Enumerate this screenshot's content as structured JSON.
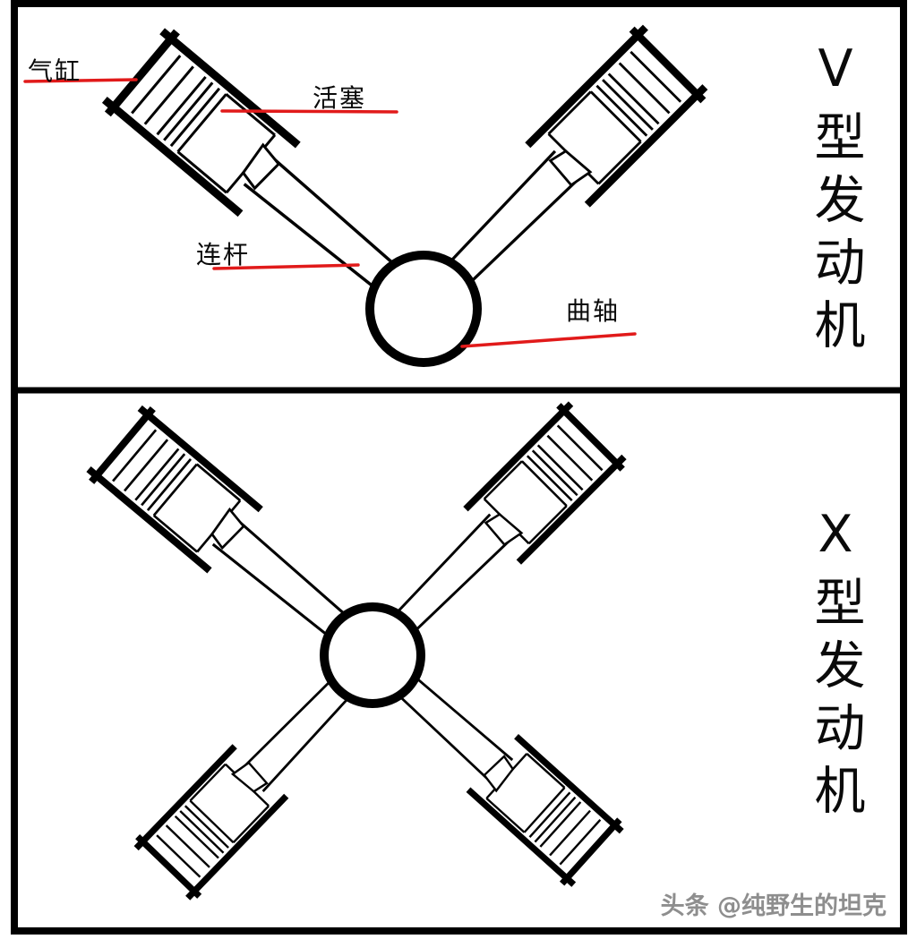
{
  "panels": {
    "v_engine": {
      "type_label": "V型发动机",
      "annotations": {
        "cylinder": "气缸",
        "piston": "活塞",
        "connecting_rod": "连杆",
        "crankshaft": "曲轴"
      }
    },
    "x_engine": {
      "type_label": "X型发动机"
    }
  },
  "watermark": "头条 @纯野生的坦克",
  "colors": {
    "linework": "#000000",
    "annotation_line": "#e11a1a",
    "watermark_text": "#8e8e8e",
    "background": "#ffffff"
  }
}
